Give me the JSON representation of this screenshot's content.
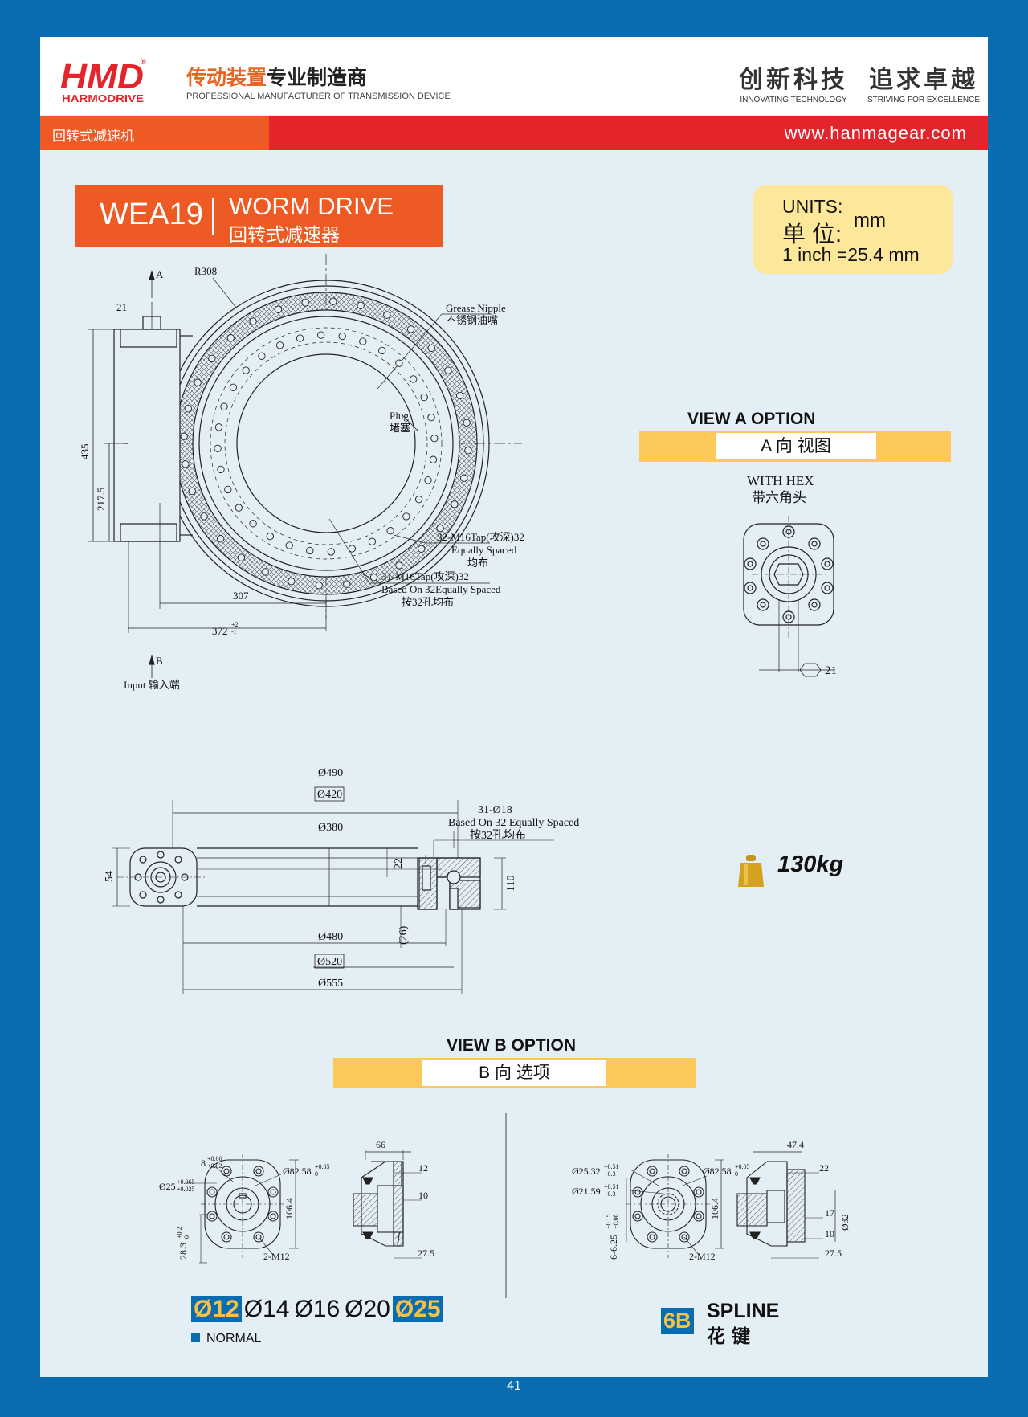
{
  "header": {
    "logo_text": "HMD",
    "logo_sub": "HARMODRIVE",
    "logo_mark": "®",
    "brand_cn_1": "传动装置",
    "brand_cn_2": "专业制造商",
    "brand_en": "PROFESSIONAL MANUFACTURER OF TRANSMISSION DEVICE",
    "slogan_1_cn": "创新科技",
    "slogan_1_en": "INNOVATING TECHNOLOGY",
    "slogan_2_cn": "追求卓越",
    "slogan_2_en": "STRIVING FOR EXCELLENCE"
  },
  "bar": {
    "category": "回转式减速机",
    "url": "www.hanmagear.com"
  },
  "product": {
    "model": "WEA19",
    "name": "WORM DRIVE",
    "name_cn": "回转式减速器"
  },
  "units": {
    "label_en": "UNITS:",
    "label_cn": "单 位:",
    "value": "mm",
    "conversion": "1 inch =25.4 mm"
  },
  "view_a": {
    "title": "VIEW A OPTION",
    "band": "A 向 视图",
    "caption_en": "WITH HEX",
    "caption_cn": "带六角头",
    "hex_size": "21"
  },
  "top_view": {
    "label_a": "A",
    "label_b": "B",
    "radius": "R308",
    "hex": "21",
    "grease_en": "Grease Nipple",
    "grease_cn": "不锈钢油嘴",
    "plug_en": "Plug",
    "plug_cn": "堵塞",
    "height_total": "435",
    "height_half": "217.5",
    "width_1": "307",
    "width_2": "372",
    "width_2_tol_up": "+2",
    "width_2_tol_dn": "-1",
    "tap1_a": "32-M16Tap(攻深)32",
    "tap1_b": "Equally Spaced",
    "tap1_c": "均布",
    "tap2_a": "31-M16Tap(攻深)32",
    "tap2_b": "Based On 32Equally Spaced",
    "tap2_c": "按32孔均布",
    "input": "Input 输入端"
  },
  "section_view": {
    "d490": "Ø490",
    "d420": "Ø420",
    "d380": "Ø380",
    "holes_a": "31-Ø18",
    "holes_b": "Based On 32 Equally Spaced",
    "holes_c": "按32孔均布",
    "h54": "54",
    "h22": "22",
    "h110": "110",
    "h26": "(26)",
    "d480": "Ø480",
    "d520": "Ø520",
    "d555": "Ø555"
  },
  "weight": "130kg",
  "view_b": {
    "title": "VIEW B OPTION",
    "band": "B 向 选项"
  },
  "view_b_left": {
    "key": "8",
    "key_tol_up": "+0.06",
    "key_tol_dn": "+0.02",
    "bore": "Ø25",
    "bore_tol_up": "+0.065",
    "bore_tol_dn": "+0.025",
    "pcd": "Ø82.58",
    "pcd_tol_up": "+0.05",
    "pcd_tol_dn": "0",
    "h1064": "106.4",
    "h283": "28.3",
    "h283_tol_up": "+0.2",
    "h283_tol_dn": "0",
    "bolts": "2-M12",
    "w66": "66",
    "w12": "12",
    "w10": "10",
    "w275": "27.5"
  },
  "view_b_right": {
    "d1": "Ø25.32",
    "d1_tol_up": "+0.51",
    "d1_tol_dn": "+0.3",
    "d2": "Ø21.59",
    "d2_tol_up": "+0.51",
    "d2_tol_dn": "+0.3",
    "pcd": "Ø82.58",
    "pcd_tol_up": "+0.05",
    "pcd_tol_dn": "0",
    "spline_w": "6-6.25",
    "spline_tol_up": "+0.15",
    "spline_tol_dn": "+0.08",
    "h1064": "106.4",
    "bolts": "2-M12",
    "w474": "47.4",
    "w22": "22",
    "w17": "17",
    "w10": "10",
    "w275": "27.5",
    "d32": "Ø32"
  },
  "shaft_options": [
    {
      "label": "Ø12",
      "highlight": true
    },
    {
      "label": "Ø14",
      "highlight": false
    },
    {
      "label": "Ø16",
      "highlight": false
    },
    {
      "label": "Ø20",
      "highlight": false
    },
    {
      "label": "Ø25",
      "highlight": true
    }
  ],
  "normal_legend": "NORMAL",
  "spline": {
    "code": "6B",
    "label_en": "SPLINE",
    "label_cn": "花键"
  },
  "page_number": "41",
  "colors": {
    "frame_blue": "#0a6cb0",
    "brand_orange": "#ee5a24",
    "bar_red": "#e3242b",
    "units_yellow": "#fde79a",
    "band_yellow": "#fcc85a",
    "page_bg": "#e4eef5"
  }
}
